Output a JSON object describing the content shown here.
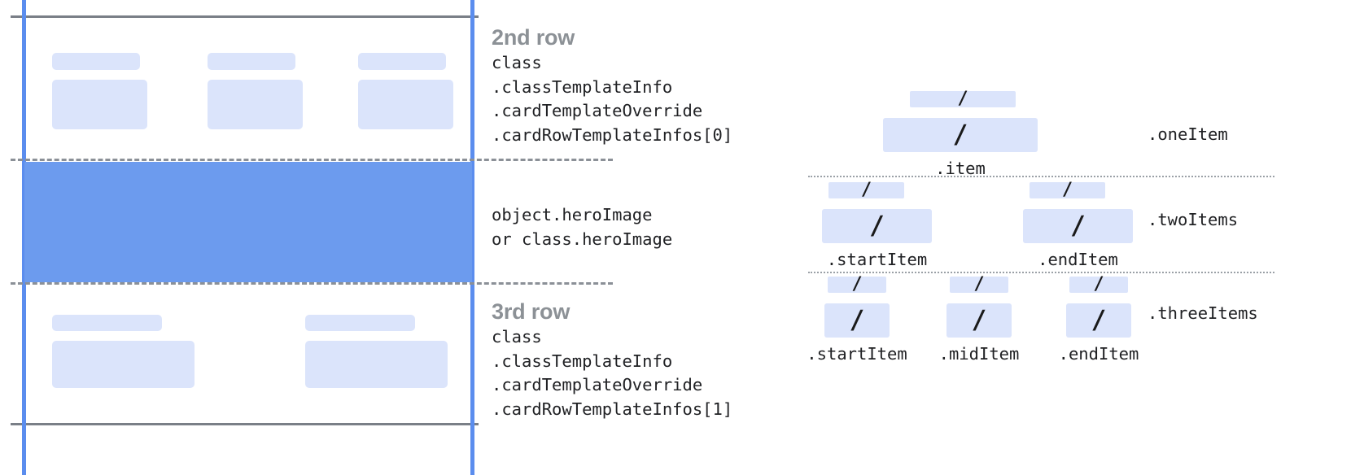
{
  "left_diagram": {
    "rows": [
      {
        "id": "second-row",
        "title": "2nd row",
        "code": "class\n.classTemplateInfo\n.cardTemplateOverride\n.cardRowTemplateInfos[0]",
        "placeholders": 3
      },
      {
        "id": "hero-image",
        "title": "",
        "code": "object.heroImage\nor class.heroImage",
        "placeholders": 0
      },
      {
        "id": "third-row",
        "title": "3rd row",
        "code": "class\n.classTemplateInfo\n.cardTemplateOverride\n.cardRowTemplateInfos[1]",
        "placeholders": 2
      }
    ],
    "colors": {
      "guide_line": "#5b8dee",
      "rule_line": "#7a7f87",
      "dash_line": "#8b9097",
      "placeholder": "#dbe4fb",
      "hero_fill": "#6c9bee",
      "title_text": "#8c9196",
      "code_text": "#202124"
    }
  },
  "right_diagram": {
    "groups": [
      {
        "id": "one-item",
        "label": ".oneItem",
        "slots": [
          {
            "caption": ".item",
            "glyph": "/"
          }
        ]
      },
      {
        "id": "two-items",
        "label": ".twoItems",
        "slots": [
          {
            "caption": ".startItem",
            "glyph": "/"
          },
          {
            "caption": ".endItem",
            "glyph": "/"
          }
        ]
      },
      {
        "id": "three-items",
        "label": ".threeItems",
        "slots": [
          {
            "caption": ".startItem",
            "glyph": "/"
          },
          {
            "caption": ".midItem",
            "glyph": "/"
          },
          {
            "caption": ".endItem",
            "glyph": "/"
          }
        ]
      }
    ],
    "colors": {
      "separator": "#9aa0a6",
      "placeholder": "#dbe4fb",
      "glyph": "#1a1a1a",
      "label_text": "#202124"
    }
  }
}
